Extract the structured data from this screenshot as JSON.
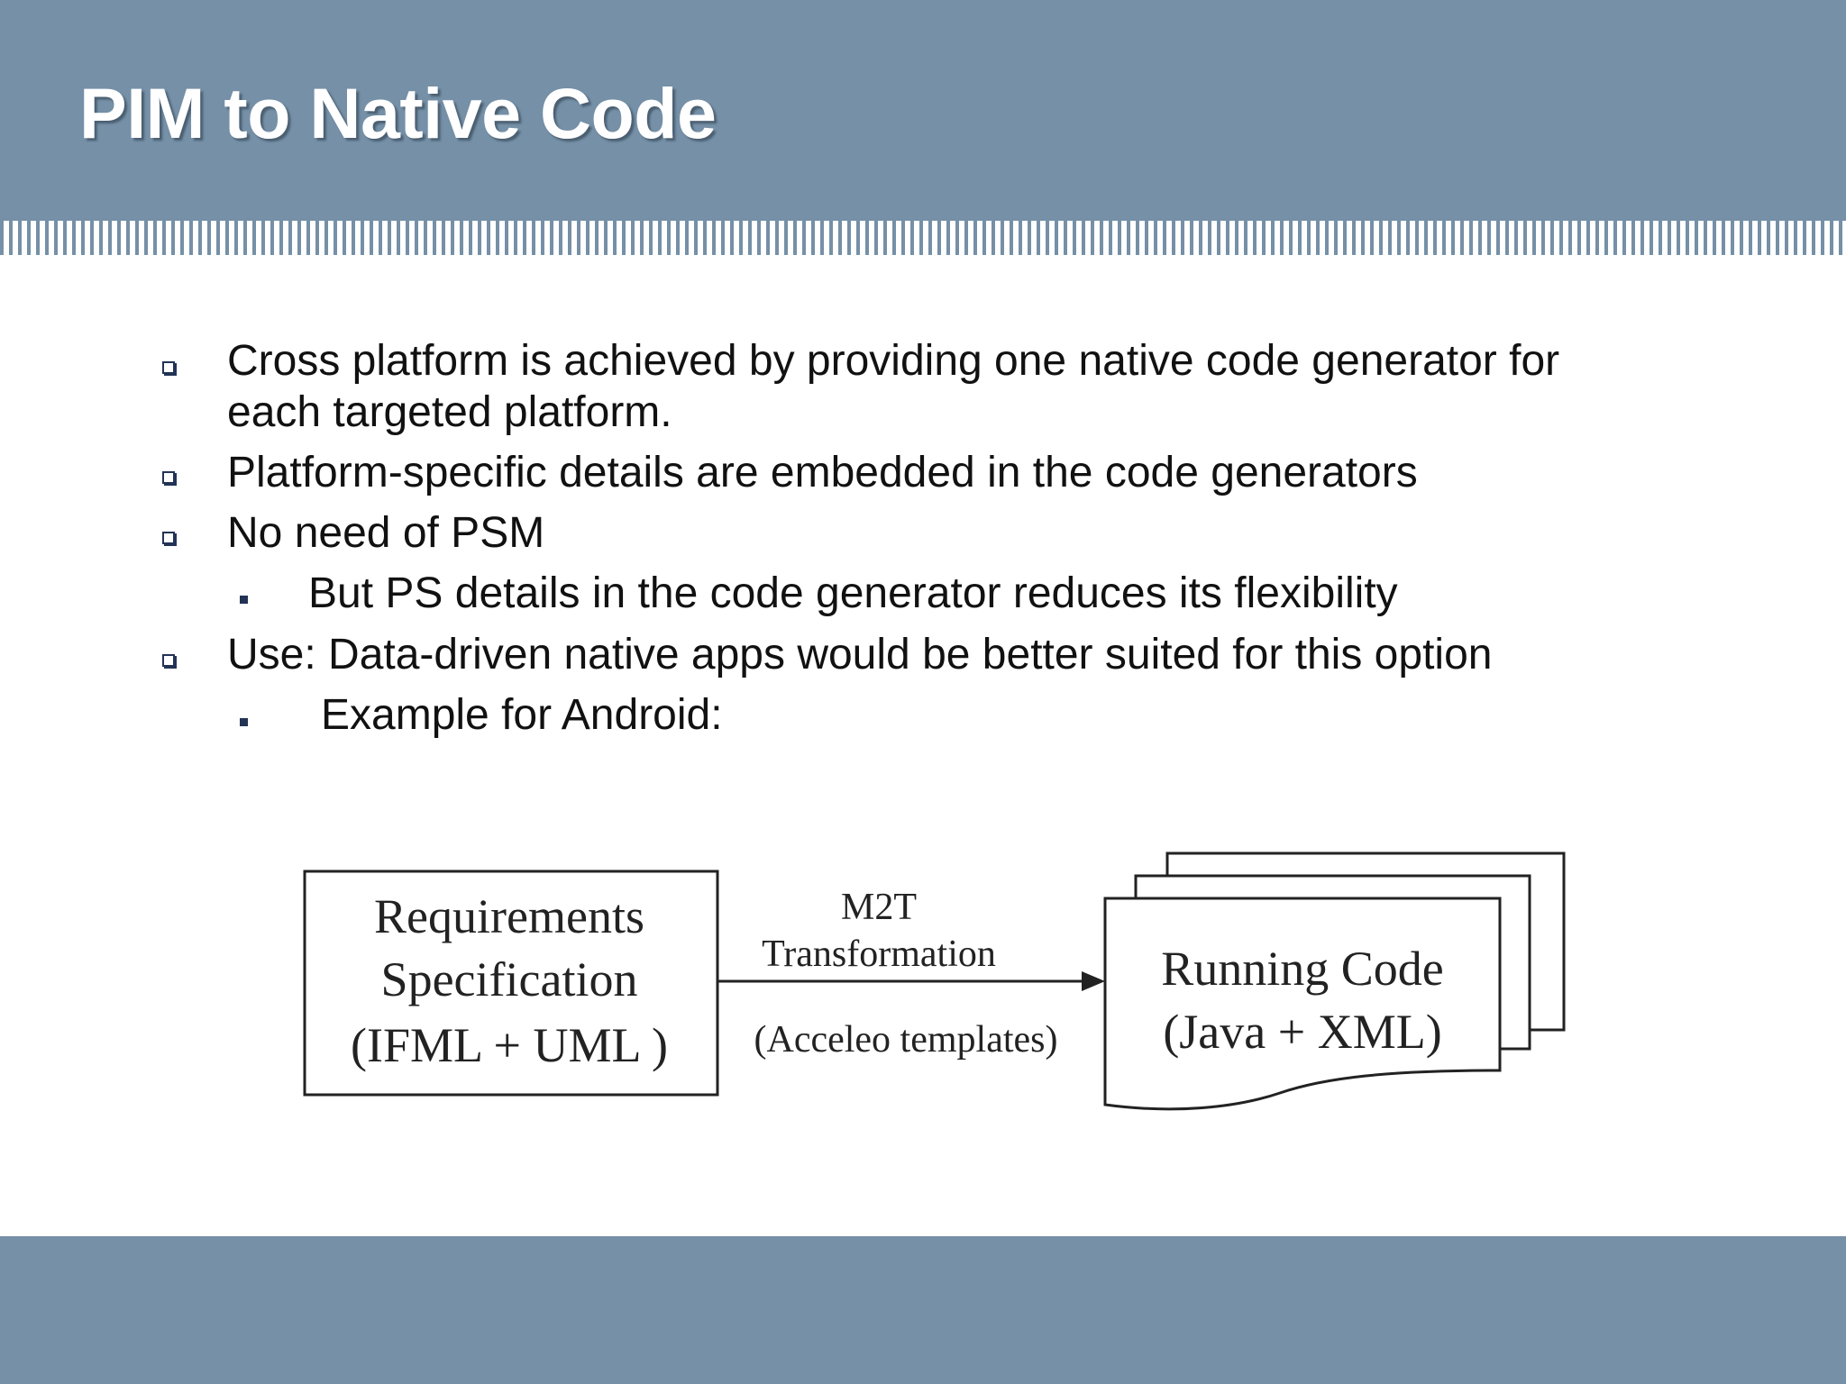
{
  "slide": {
    "title": "PIM to Native Code"
  },
  "bullets": [
    {
      "level": 1,
      "lines": [
        "Cross platform is achieved by providing one native code generator for",
        "each targeted platform."
      ]
    },
    {
      "level": 1,
      "lines": [
        "Platform-specific details are embedded in the code generators"
      ]
    },
    {
      "level": 1,
      "lines": [
        "No need of PSM"
      ]
    },
    {
      "level": 2,
      "lines": [
        "But PS details in the code generator reduces its flexibility"
      ]
    },
    {
      "level": 1,
      "lines": [
        "Use: Data-driven native apps would be better suited for this option"
      ]
    },
    {
      "level": 2,
      "lines": [
        "Example for Android:"
      ]
    }
  ],
  "diagram": {
    "source_box": [
      "Requirements",
      "Specification",
      "(IFML + UML )"
    ],
    "arrow_label_top": [
      "M2T",
      "Transformation"
    ],
    "arrow_label_bottom": "(Acceleo templates)",
    "target_box": [
      "Running Code",
      "(Java + XML)"
    ]
  },
  "colors": {
    "header": "#7590a7",
    "footer": "#7590a7",
    "title_text": "#ffffff",
    "bullet_marker": "#223355"
  }
}
